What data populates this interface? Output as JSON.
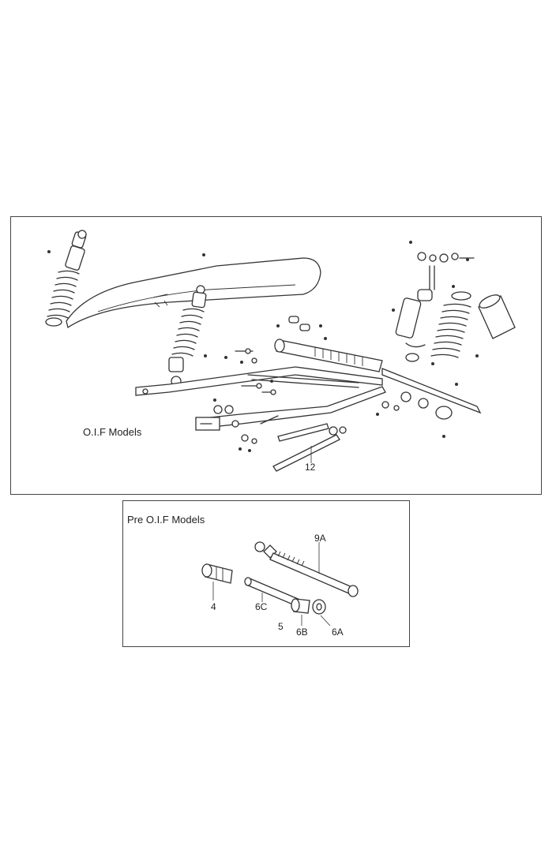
{
  "panels": {
    "oif": {
      "title": "O.I.F Models",
      "part_labels": [
        "12"
      ]
    },
    "pre_oif": {
      "title": "Pre O.I.F Models",
      "part_labels": [
        "9A",
        "4",
        "6C",
        "5",
        "6B",
        "6A"
      ]
    }
  }
}
